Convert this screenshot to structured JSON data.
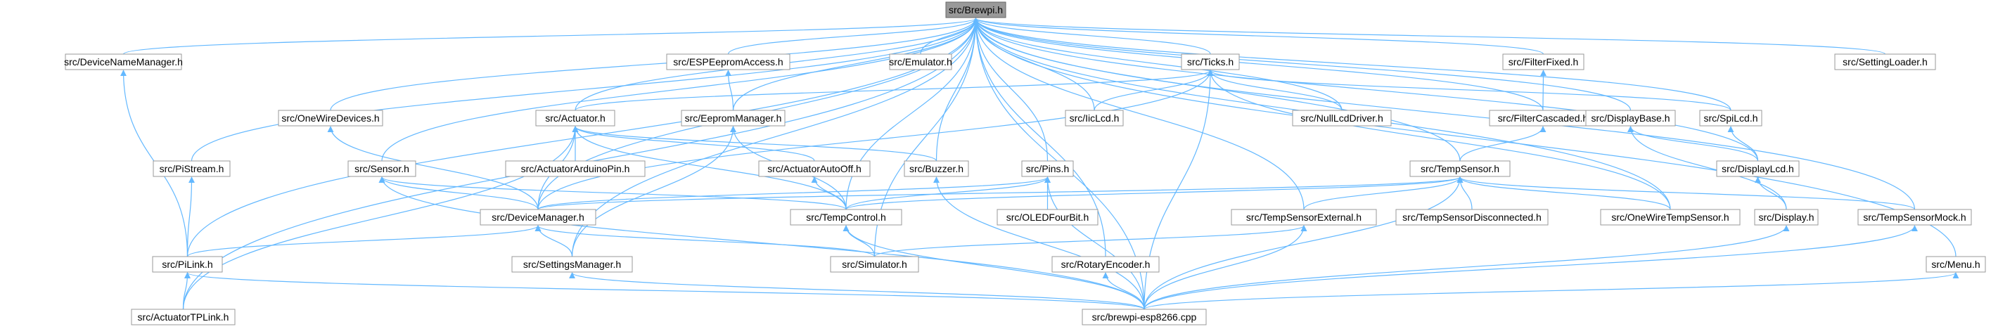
{
  "colors": {
    "edge": "#63b8ff",
    "node_border": "#999999",
    "root_fill": "#999999",
    "node_fill": "#ffffff"
  },
  "nodes": [
    {
      "id": "brewpi",
      "label": "src/Brewpi.h"
    },
    {
      "id": "devname",
      "label": "src/DeviceNameManager.h"
    },
    {
      "id": "espeeprom",
      "label": "src/ESPEepromAccess.h"
    },
    {
      "id": "emulator",
      "label": "src/Emulator.h"
    },
    {
      "id": "ticks",
      "label": "src/Ticks.h"
    },
    {
      "id": "filterfixed",
      "label": "src/FilterFixed.h"
    },
    {
      "id": "settingloader",
      "label": "src/SettingLoader.h"
    },
    {
      "id": "onewiredev",
      "label": "src/OneWireDevices.h"
    },
    {
      "id": "actuator",
      "label": "src/Actuator.h"
    },
    {
      "id": "eeprommgr",
      "label": "src/EepromManager.h"
    },
    {
      "id": "iiclcd",
      "label": "src/IicLcd.h"
    },
    {
      "id": "nulllcd",
      "label": "src/NullLcdDriver.h"
    },
    {
      "id": "filtercasc",
      "label": "src/FilterCascaded.h"
    },
    {
      "id": "displaybase",
      "label": "src/DisplayBase.h"
    },
    {
      "id": "spilcd",
      "label": "src/SpiLcd.h"
    },
    {
      "id": "pistream",
      "label": "src/PiStream.h"
    },
    {
      "id": "sensor",
      "label": "src/Sensor.h"
    },
    {
      "id": "actarduino",
      "label": "src/ActuatorArduinoPin.h"
    },
    {
      "id": "actautooff",
      "label": "src/ActuatorAutoOff.h"
    },
    {
      "id": "buzzer",
      "label": "src/Buzzer.h"
    },
    {
      "id": "pins",
      "label": "src/Pins.h"
    },
    {
      "id": "tempsensor",
      "label": "src/TempSensor.h"
    },
    {
      "id": "displaylcd",
      "label": "src/DisplayLcd.h"
    },
    {
      "id": "devmgr",
      "label": "src/DeviceManager.h"
    },
    {
      "id": "tempctrl",
      "label": "src/TempControl.h"
    },
    {
      "id": "oledfour",
      "label": "src/OLEDFourBit.h"
    },
    {
      "id": "tsext",
      "label": "src/TempSensorExternal.h"
    },
    {
      "id": "tsdisc",
      "label": "src/TempSensorDisconnected.h"
    },
    {
      "id": "onewirets",
      "label": "src/OneWireTempSensor.h"
    },
    {
      "id": "display",
      "label": "src/Display.h"
    },
    {
      "id": "tsmock",
      "label": "src/TempSensorMock.h"
    },
    {
      "id": "pilink",
      "label": "src/PiLink.h"
    },
    {
      "id": "settingsmgr",
      "label": "src/SettingsManager.h"
    },
    {
      "id": "simulator",
      "label": "src/Simulator.h"
    },
    {
      "id": "rotary",
      "label": "src/RotaryEncoder.h"
    },
    {
      "id": "menu",
      "label": "src/Menu.h"
    },
    {
      "id": "acttplink",
      "label": "src/ActuatorTPLink.h"
    },
    {
      "id": "cpp",
      "label": "src/brewpi-esp8266.cpp"
    }
  ]
}
